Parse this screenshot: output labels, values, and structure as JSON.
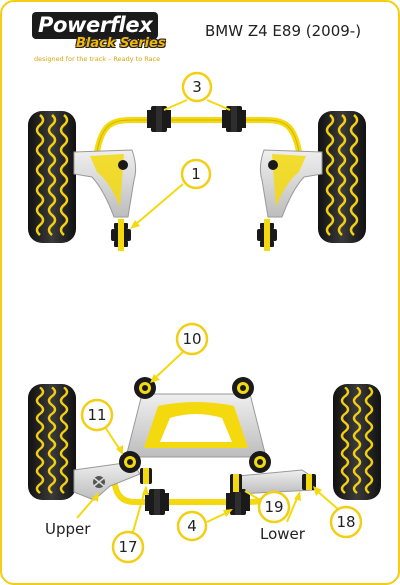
{
  "brand": {
    "name": "Powerflex",
    "series": "Black Series",
    "tagline": "designed for the track – Ready to Race"
  },
  "title": "BMW Z4 E89 (2009-)",
  "colors": {
    "frame": "#f2cf12",
    "bar": "#f5d90f",
    "bush": "#1a1a1a",
    "arm": "#d9d9d9",
    "tyre": "#222222",
    "callout_fill": "#ffffff"
  },
  "front_callouts": [
    "3",
    "1"
  ],
  "rear_callouts": [
    "10",
    "11",
    "17",
    "4",
    "19",
    "18"
  ],
  "rear_labels": {
    "upper": "Upper",
    "lower": "Lower"
  }
}
